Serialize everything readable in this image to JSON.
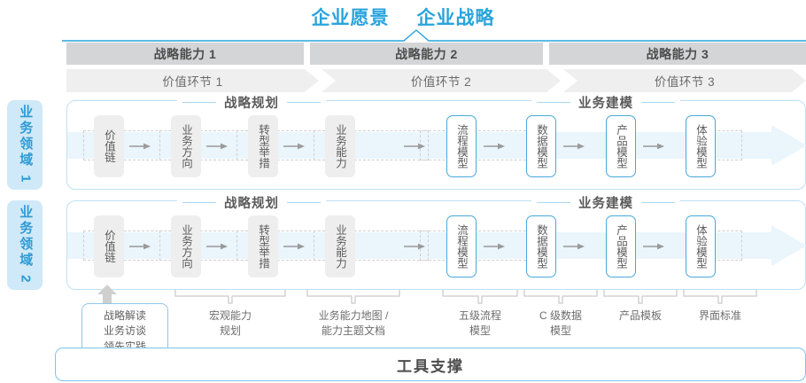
{
  "header": {
    "titles": [
      "企业愿景",
      "企业战略"
    ],
    "title_color": "#29a3dd"
  },
  "capabilities": [
    {
      "label": "战略能力 1"
    },
    {
      "label": "战略能力 2"
    },
    {
      "label": "战略能力 3"
    }
  ],
  "value_chain": [
    {
      "label": "价值环节 1"
    },
    {
      "label": "价值环节 2"
    },
    {
      "label": "价值环节 3"
    }
  ],
  "domains": [
    {
      "label": "业务领域 1"
    },
    {
      "label": "业务领域 2"
    }
  ],
  "sections": {
    "planning": "战略规划",
    "modeling": "业务建模"
  },
  "nodes": {
    "gray": [
      "价值链",
      "业务方向",
      "转型举措",
      "业务能力"
    ],
    "blue": [
      "流程模型",
      "数据模型",
      "产品模型",
      "体验模型"
    ]
  },
  "tools": [
    {
      "label": "战略解读\n业务访谈\n领先实践",
      "boxed": true
    },
    {
      "label": "宏观能力\n规划",
      "boxed": false
    },
    {
      "label": "业务能力地图 /\n能力主题文档",
      "boxed": false
    },
    {
      "label": "五级流程\n模型",
      "boxed": false
    },
    {
      "label": "C 级数据\n模型",
      "boxed": false
    },
    {
      "label": "产品模板",
      "boxed": false
    },
    {
      "label": "界面标准",
      "boxed": false
    }
  ],
  "footer": {
    "label": "工具支撑"
  },
  "colors": {
    "accent": "#29a3dd",
    "band_gray": "#d3d5d6",
    "chevron_gray": "#efeff0",
    "node_gray": "#eeeeef",
    "node_blue_border": "#49a8db",
    "domain_bg": "#cfe9f8",
    "flow_band": "#eaf5fc"
  }
}
